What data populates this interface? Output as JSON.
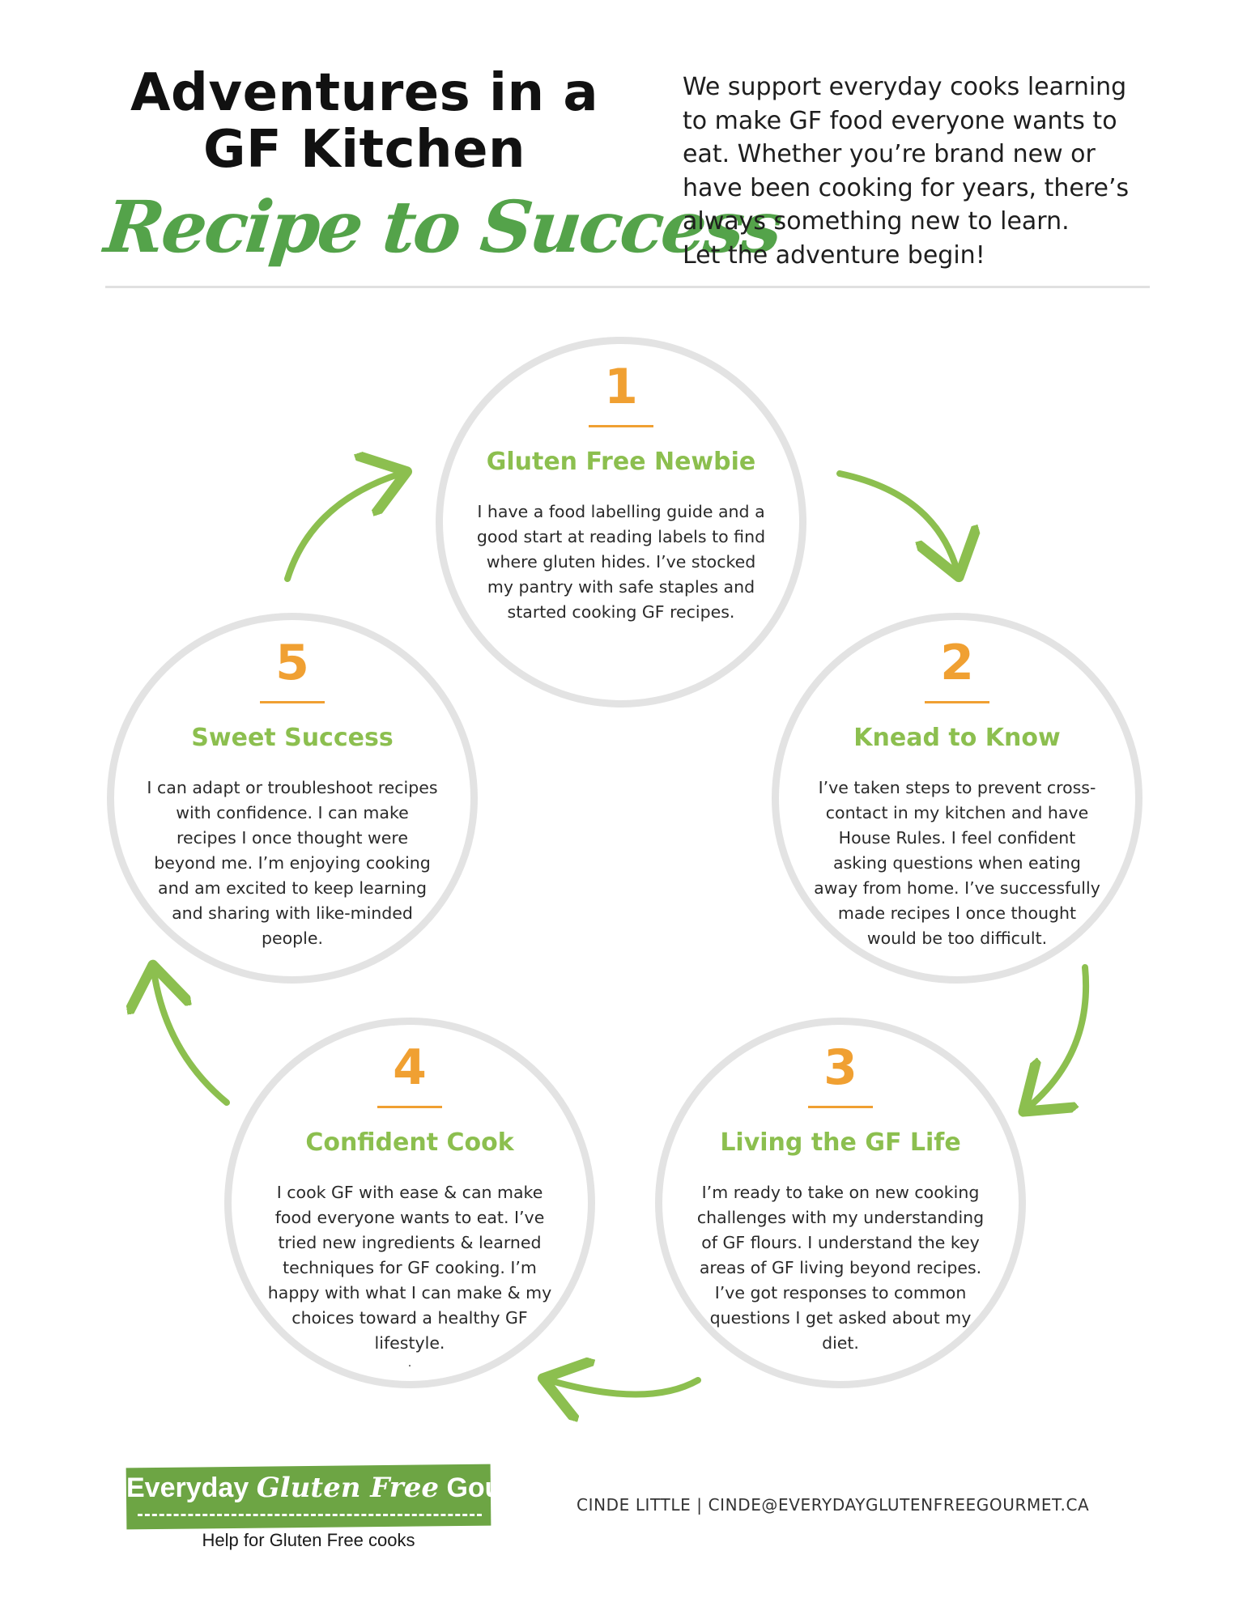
{
  "header": {
    "title_line1": "Adventures in a",
    "title_line2": "GF Kitchen",
    "script_title": "Recipe to Success",
    "intro_lines": [
      "We support everyday cooks learning",
      "to make GF food everyone wants to",
      "eat. Whether you’re brand new or",
      "have been cooking for years, there’s",
      "always something new to learn.",
      "Let the adventure begin!"
    ]
  },
  "colors": {
    "accent_green": "#8cbf4f",
    "script_green": "#54a34a",
    "number_orange": "#f0a032",
    "circle_gray": "#e3e3e3"
  },
  "stages": [
    {
      "number": "1",
      "title": "Gluten Free Newbie",
      "lines": [
        "I have a food labelling guide and a",
        "good start at reading labels to find",
        "where gluten hides. I’ve stocked",
        "my pantry with safe staples and",
        "started cooking GF recipes."
      ]
    },
    {
      "number": "2",
      "title": "Knead to Know",
      "lines": [
        "I’ve taken steps to prevent cross-",
        "contact in my kitchen and have",
        "House Rules. I feel confident",
        "asking questions when eating",
        "away from home. I’ve successfully",
        "made recipes I once thought",
        "would be too difficult."
      ]
    },
    {
      "number": "3",
      "title": "Living the GF Life",
      "lines": [
        "I’m ready to take on new cooking",
        "challenges with my understanding",
        "of GF flours. I understand the key",
        "areas of GF living beyond recipes.",
        "I’ve got responses to common",
        "questions I get asked about my",
        "diet."
      ]
    },
    {
      "number": "4",
      "title": "Confident Cook",
      "lines": [
        "I cook GF with ease & can make",
        "food everyone wants to eat. I’ve",
        "tried new ingredients & learned",
        "techniques for GF cooking. I’m",
        "happy with what I can make & my",
        "choices toward a healthy GF",
        "lifestyle."
      ],
      "trailing_mark": "."
    },
    {
      "number": "5",
      "title": "Sweet Success",
      "lines": [
        "I can adapt or troubleshoot recipes",
        "with confidence. I can make",
        "recipes I once thought were",
        "beyond me. I’m enjoying cooking",
        "and am excited to keep learning",
        "and sharing with like-minded",
        "people."
      ]
    }
  ],
  "footer": {
    "logo_word1": "Everyday",
    "logo_word2": "Gluten Free",
    "logo_word3": "Gourmet",
    "logo_tagline": "Help for Gluten Free cooks",
    "contact": "CINDE LITTLE | CINDE@EVERYDAYGLUTENFREEGOURMET.CA"
  }
}
